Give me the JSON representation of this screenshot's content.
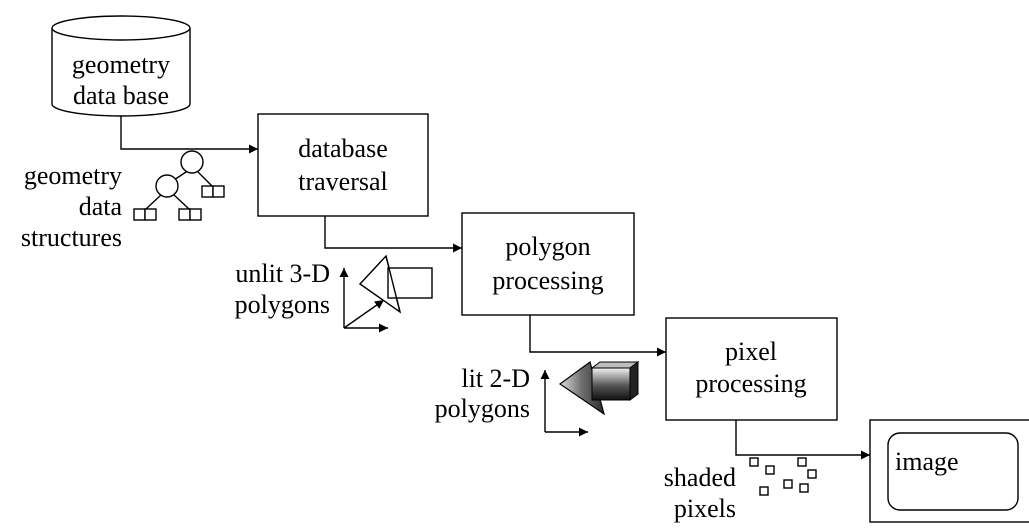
{
  "database": {
    "line1": "geometry",
    "line2": "data base"
  },
  "stages": {
    "traversal": {
      "line1": "database",
      "line2": "traversal"
    },
    "polygon": {
      "line1": "polygon",
      "line2": "processing"
    },
    "pixel": {
      "line1": "pixel",
      "line2": "processing"
    }
  },
  "labels": {
    "structures": {
      "line1": "geometry",
      "line2": "data",
      "line3": "structures"
    },
    "unlit": {
      "line1": "unlit 3-D",
      "line2": "polygons"
    },
    "lit": {
      "line1": "lit 2-D",
      "line2": "polygons"
    },
    "shaded": {
      "line1": "shaded",
      "line2": "pixels"
    }
  },
  "output": {
    "label": "image"
  }
}
